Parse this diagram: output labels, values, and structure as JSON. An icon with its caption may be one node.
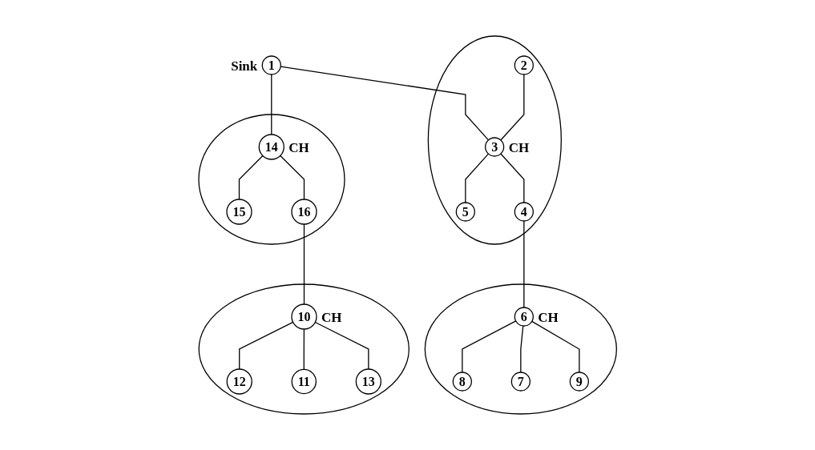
{
  "diagram": {
    "nodes": [
      {
        "text": [
          "1"
        ],
        "beside": [
          "Sink"
        ]
      },
      {
        "text": [],
        "shape": "circle"
      },
      {
        "text": [
          "2"
        ],
        "in": 1
      },
      {
        "text": [
          "3"
        ],
        "in": 1,
        "beside": [
          "CH"
        ]
      },
      {
        "text": [
          "5"
        ],
        "in": 1
      },
      {
        "text": [
          "4"
        ],
        "in": 1
      },
      {
        "text": [],
        "shape": "circle"
      },
      {
        "text": [
          "14"
        ],
        "in": 6,
        "beside": [
          "CH"
        ]
      },
      {
        "text": [
          "15"
        ],
        "in": 6
      },
      {
        "text": [
          "16"
        ],
        "in": 6
      },
      {
        "text": [],
        "shape": "circle"
      },
      {
        "text": [
          "6"
        ],
        "in": 10,
        "beside": [
          "CH"
        ]
      },
      {
        "text": [
          "8"
        ],
        "in": 10
      },
      {
        "text": [
          "7"
        ],
        "in": 10
      },
      {
        "text": [
          "9"
        ],
        "in": 10
      },
      {
        "text": [],
        "shape": "circle"
      },
      {
        "text": [
          "10"
        ],
        "in": 15,
        "beside": [
          "CH"
        ]
      },
      {
        "text": [
          "12"
        ],
        "in": 15
      },
      {
        "text": [
          "11"
        ],
        "in": 15
      },
      {
        "text": [
          "13"
        ],
        "in": 15
      }
    ],
    "edges": [
      {
        "from": 0,
        "to": 3,
        "arrow": "none"
      },
      {
        "from": 0,
        "to": 7,
        "arrow": "none"
      },
      {
        "from": 2,
        "to": 3,
        "arrow": "none"
      },
      {
        "from": 3,
        "to": 4,
        "arrow": "none"
      },
      {
        "from": 3,
        "to": 5,
        "arrow": "none"
      },
      {
        "from": 5,
        "to": 11,
        "arrow": "none"
      },
      {
        "from": 7,
        "to": 8,
        "arrow": "none"
      },
      {
        "from": 7,
        "to": 9,
        "arrow": "none"
      },
      {
        "from": 9,
        "to": 16,
        "arrow": "none"
      },
      {
        "from": 11,
        "to": 12,
        "arrow": "none"
      },
      {
        "from": 11,
        "to": 13,
        "arrow": "none"
      },
      {
        "from": 11,
        "to": 14,
        "arrow": "none"
      },
      {
        "from": 16,
        "to": 17,
        "arrow": "none"
      },
      {
        "from": 16,
        "to": 18,
        "arrow": "none"
      },
      {
        "from": 16,
        "to": 19,
        "arrow": "none"
      }
    ]
  }
}
